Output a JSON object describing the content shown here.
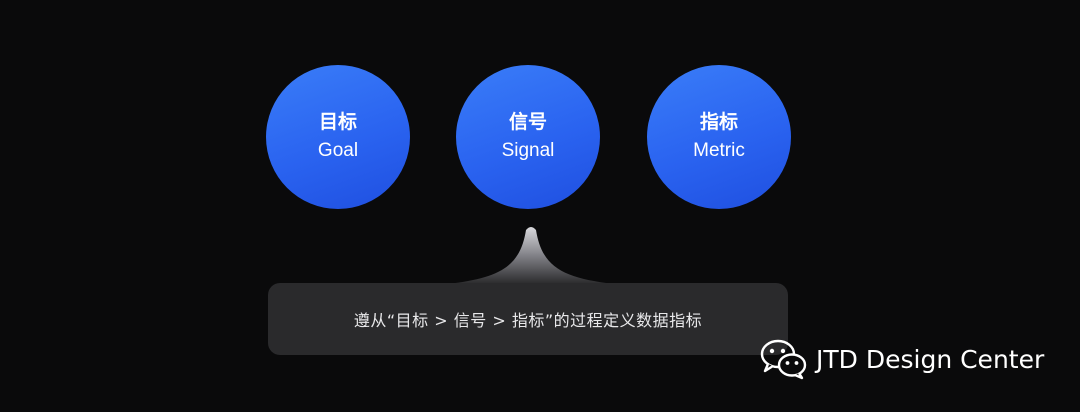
{
  "nodes": [
    {
      "zh": "目标",
      "en": "Goal"
    },
    {
      "zh": "信号",
      "en": "Signal"
    },
    {
      "zh": "指标",
      "en": "Metric"
    }
  ],
  "callout": {
    "text": "遵从“目标 > 信号 > 指标”的过程定义数据指标"
  },
  "watermark": {
    "text": "JTD Design Center",
    "icon": "wechat-icon"
  },
  "colors": {
    "background": "#0a0a0b",
    "node_fill": "#2a63f0",
    "callout_fill": "#2a2a2c",
    "text": "#ffffff"
  }
}
